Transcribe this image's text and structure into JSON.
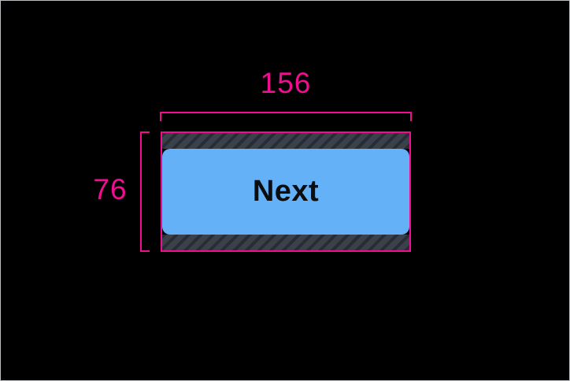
{
  "inspector": {
    "measurements": {
      "width_label": "156",
      "height_label": "76",
      "annotation_color": "#f20d90"
    },
    "widget": {
      "button_label": "Next",
      "button_color": "#64b1f8",
      "button_text_color": "#0d0d0d",
      "padding_hatch_base_color": "#3a414b",
      "padding_hatch_stripe_color": "#272c35",
      "bounds_outline_color": "#f20d90"
    },
    "canvas": {
      "background_color": "#000000",
      "border_color": "#bcbec2"
    }
  }
}
